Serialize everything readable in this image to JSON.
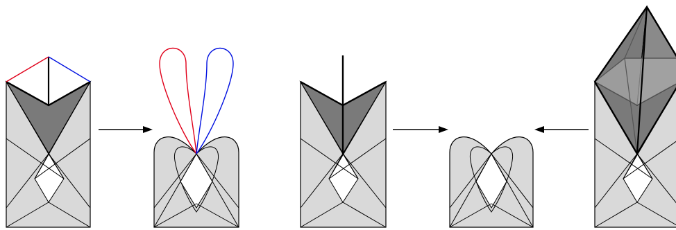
{
  "figure": {
    "panels": [
      "polyhedron-with-colored-top-edges",
      "folded-surface-with-colored-loops",
      "polyhedron-with-vertical-spike",
      "folded-surface",
      "polyhedron-with-bipyramid-top"
    ],
    "arrows": [
      {
        "direction": "right"
      },
      {
        "direction": "right"
      },
      {
        "direction": "left"
      }
    ],
    "colors": {
      "face_light": "#d9d9d9",
      "face_dark": "#7a7a7a",
      "face_mid": "#9a9a9a",
      "hole": "#ffffff",
      "stroke": "#000000",
      "loop_left": "#e0001a",
      "loop_right": "#0010e0"
    }
  }
}
